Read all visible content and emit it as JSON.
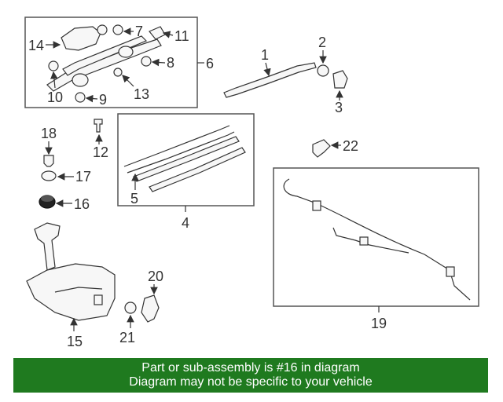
{
  "callouts": {
    "c1": "1",
    "c2": "2",
    "c3": "3",
    "c4": "4",
    "c5": "5",
    "c6": "6",
    "c7": "7",
    "c8": "8",
    "c9": "9",
    "c10": "10",
    "c11": "11",
    "c12": "12",
    "c13": "13",
    "c14": "14",
    "c15": "15",
    "c16": "16",
    "c17": "17",
    "c18": "18",
    "c19": "19",
    "c20": "20",
    "c21": "21",
    "c22": "22"
  },
  "highlighted_part": "16",
  "banner": {
    "line1": "Part or sub-assembly is #16 in diagram",
    "line2": "Diagram may not be specific to your vehicle",
    "color": "#1f7a1f"
  }
}
